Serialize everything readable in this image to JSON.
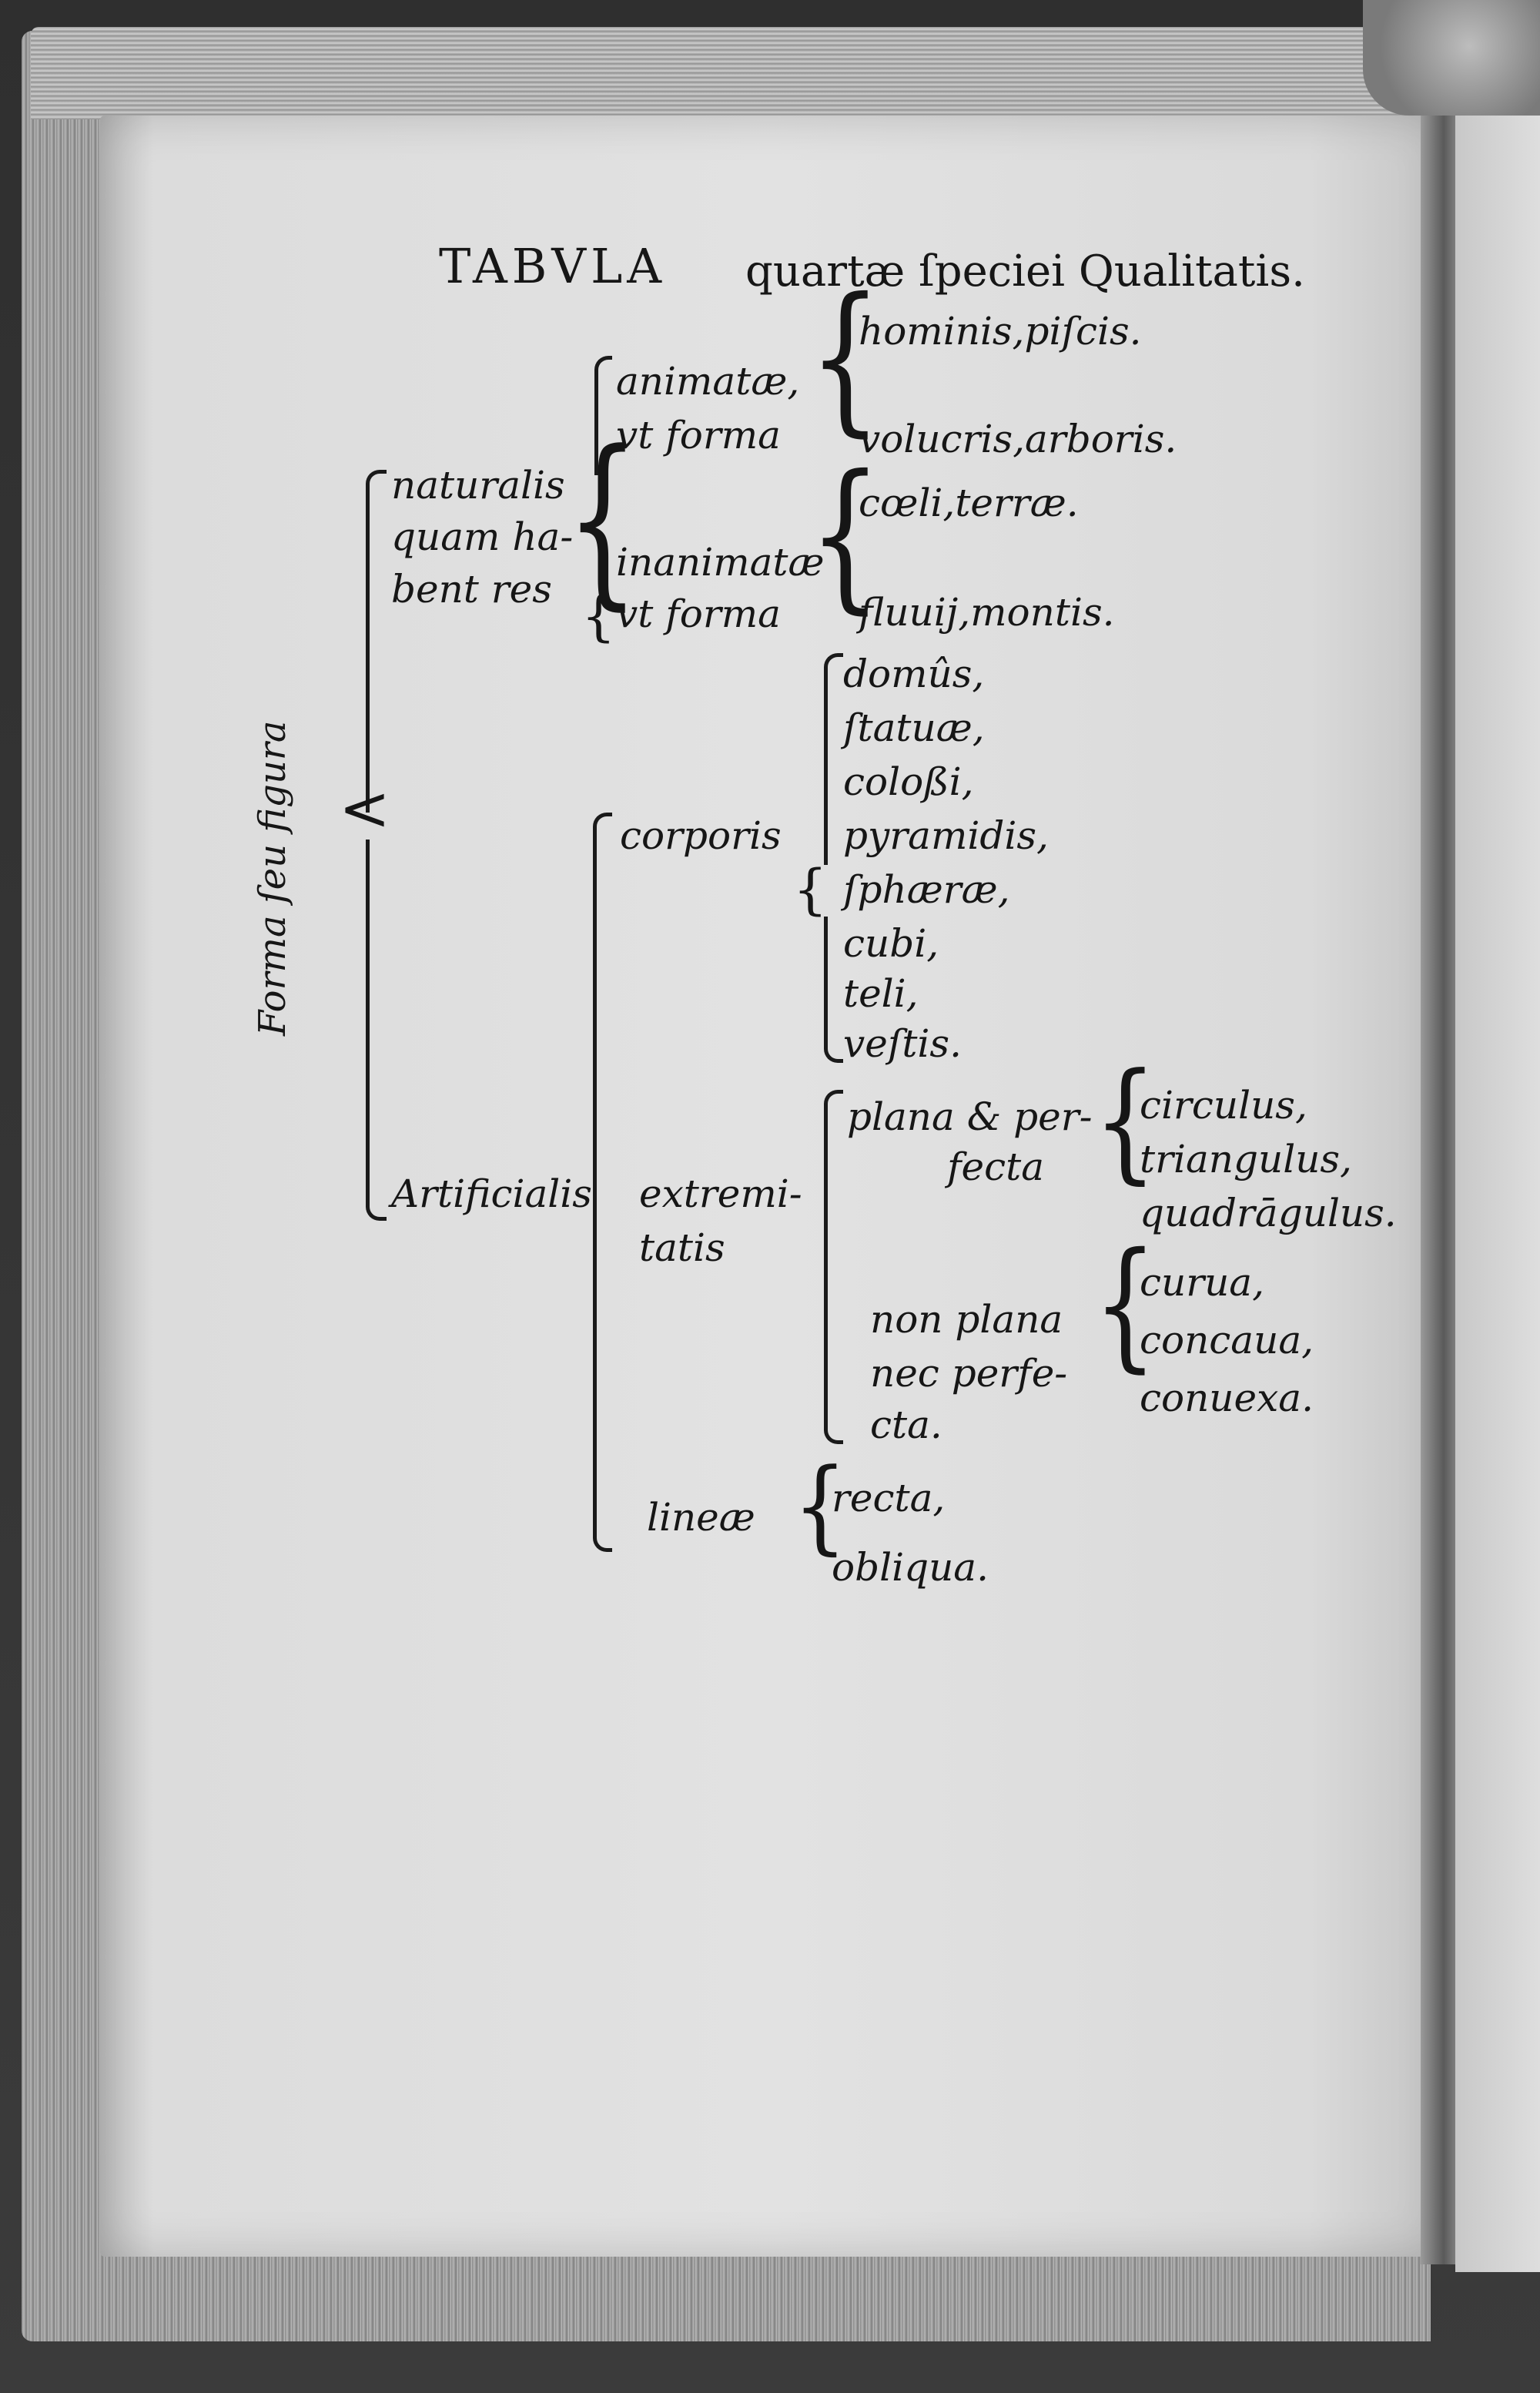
{
  "header": {
    "title": "TABVLA",
    "subtitle": "quartæ ſpeciei Qualitatis."
  },
  "tree": {
    "root": "Forma ſeu figura",
    "naturalis": {
      "label_lines": [
        "naturalis",
        "quam ha-",
        "bent res"
      ],
      "animatae": {
        "label_lines": [
          "animatæ,",
          "vt forma"
        ],
        "items": [
          "hominis,piſcis.",
          "volucris,arboris."
        ]
      },
      "inanimatae": {
        "label_lines": [
          "inanimatæ",
          "vt forma"
        ],
        "items": [
          "cœli,terræ.",
          "fluuij,montis."
        ]
      }
    },
    "artificialis": {
      "label": "Artificialis",
      "corporis": {
        "label": "corporis",
        "items": [
          "domûs,",
          "ſtatuæ,",
          "coloßi,",
          "pyramidis,",
          "ſphæræ,",
          "cubi,",
          "teli,",
          "veſtis."
        ]
      },
      "extremitatis": {
        "label_lines": [
          "extremi-",
          "tatis"
        ],
        "plana": {
          "label_lines": [
            "plana & per-",
            "fecta"
          ],
          "items": [
            "circulus,",
            "triangulus,",
            "quadrāgulus."
          ]
        },
        "non_plana": {
          "label_lines": [
            "non plana",
            "nec perfe-",
            "cta."
          ],
          "items": [
            "curua,",
            "concaua,",
            "conuexa."
          ]
        }
      },
      "lineae": {
        "label": "lineæ",
        "items": [
          "recta,",
          "obliqua."
        ]
      }
    }
  }
}
